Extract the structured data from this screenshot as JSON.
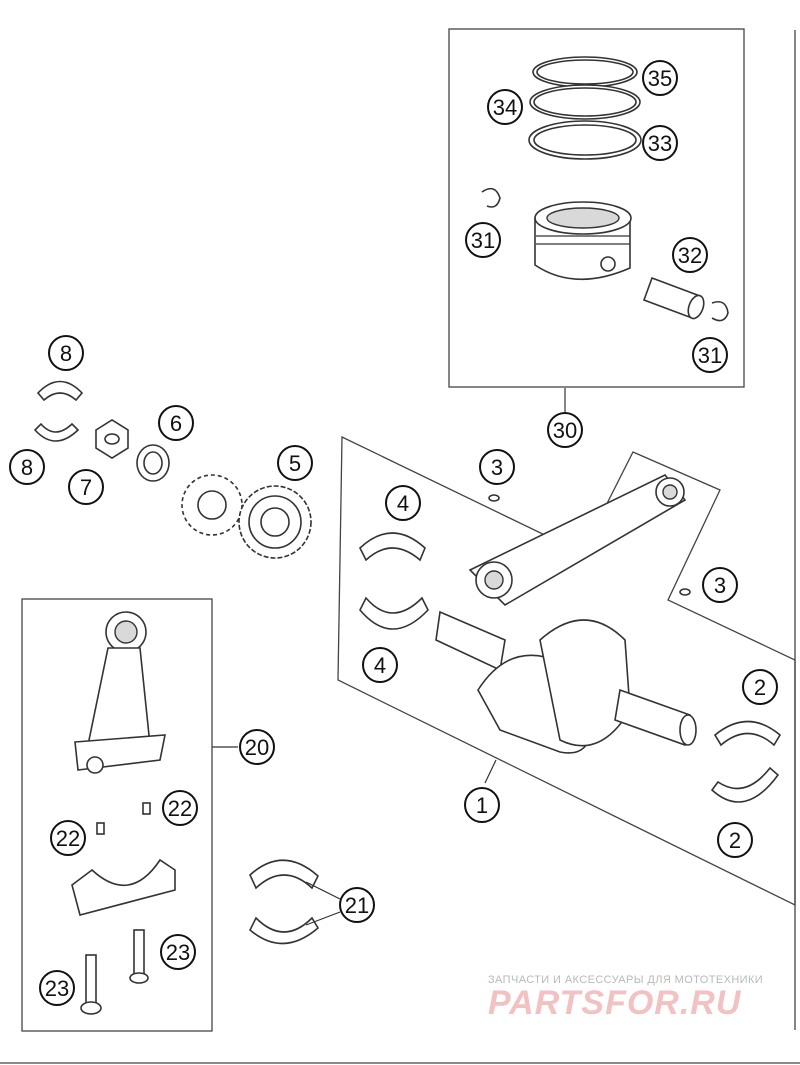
{
  "callouts": {
    "c35": "35",
    "c34": "34",
    "c33": "33",
    "c31a": "31",
    "c32": "32",
    "c31b": "31",
    "c30": "30",
    "c8a": "8",
    "c8b": "8",
    "c6": "6",
    "c7": "7",
    "c5": "5",
    "c3a": "3",
    "c4a": "4",
    "c3b": "3",
    "c4b": "4",
    "c2a": "2",
    "c2b": "2",
    "c1": "1",
    "c20": "20",
    "c22a": "22",
    "c22b": "22",
    "c21": "21",
    "c23a": "23",
    "c23b": "23"
  },
  "watermark": {
    "subtitle": "ЗАПЧАСТИ И АКСЕССУАРЫ ДЛЯ МОТОТЕХНИКИ",
    "brand": "PARTSFOR.RU"
  },
  "colors": {
    "line": "#333333",
    "watermark_red": "#f2c2c2",
    "watermark_gray": "#b9b9b9"
  }
}
